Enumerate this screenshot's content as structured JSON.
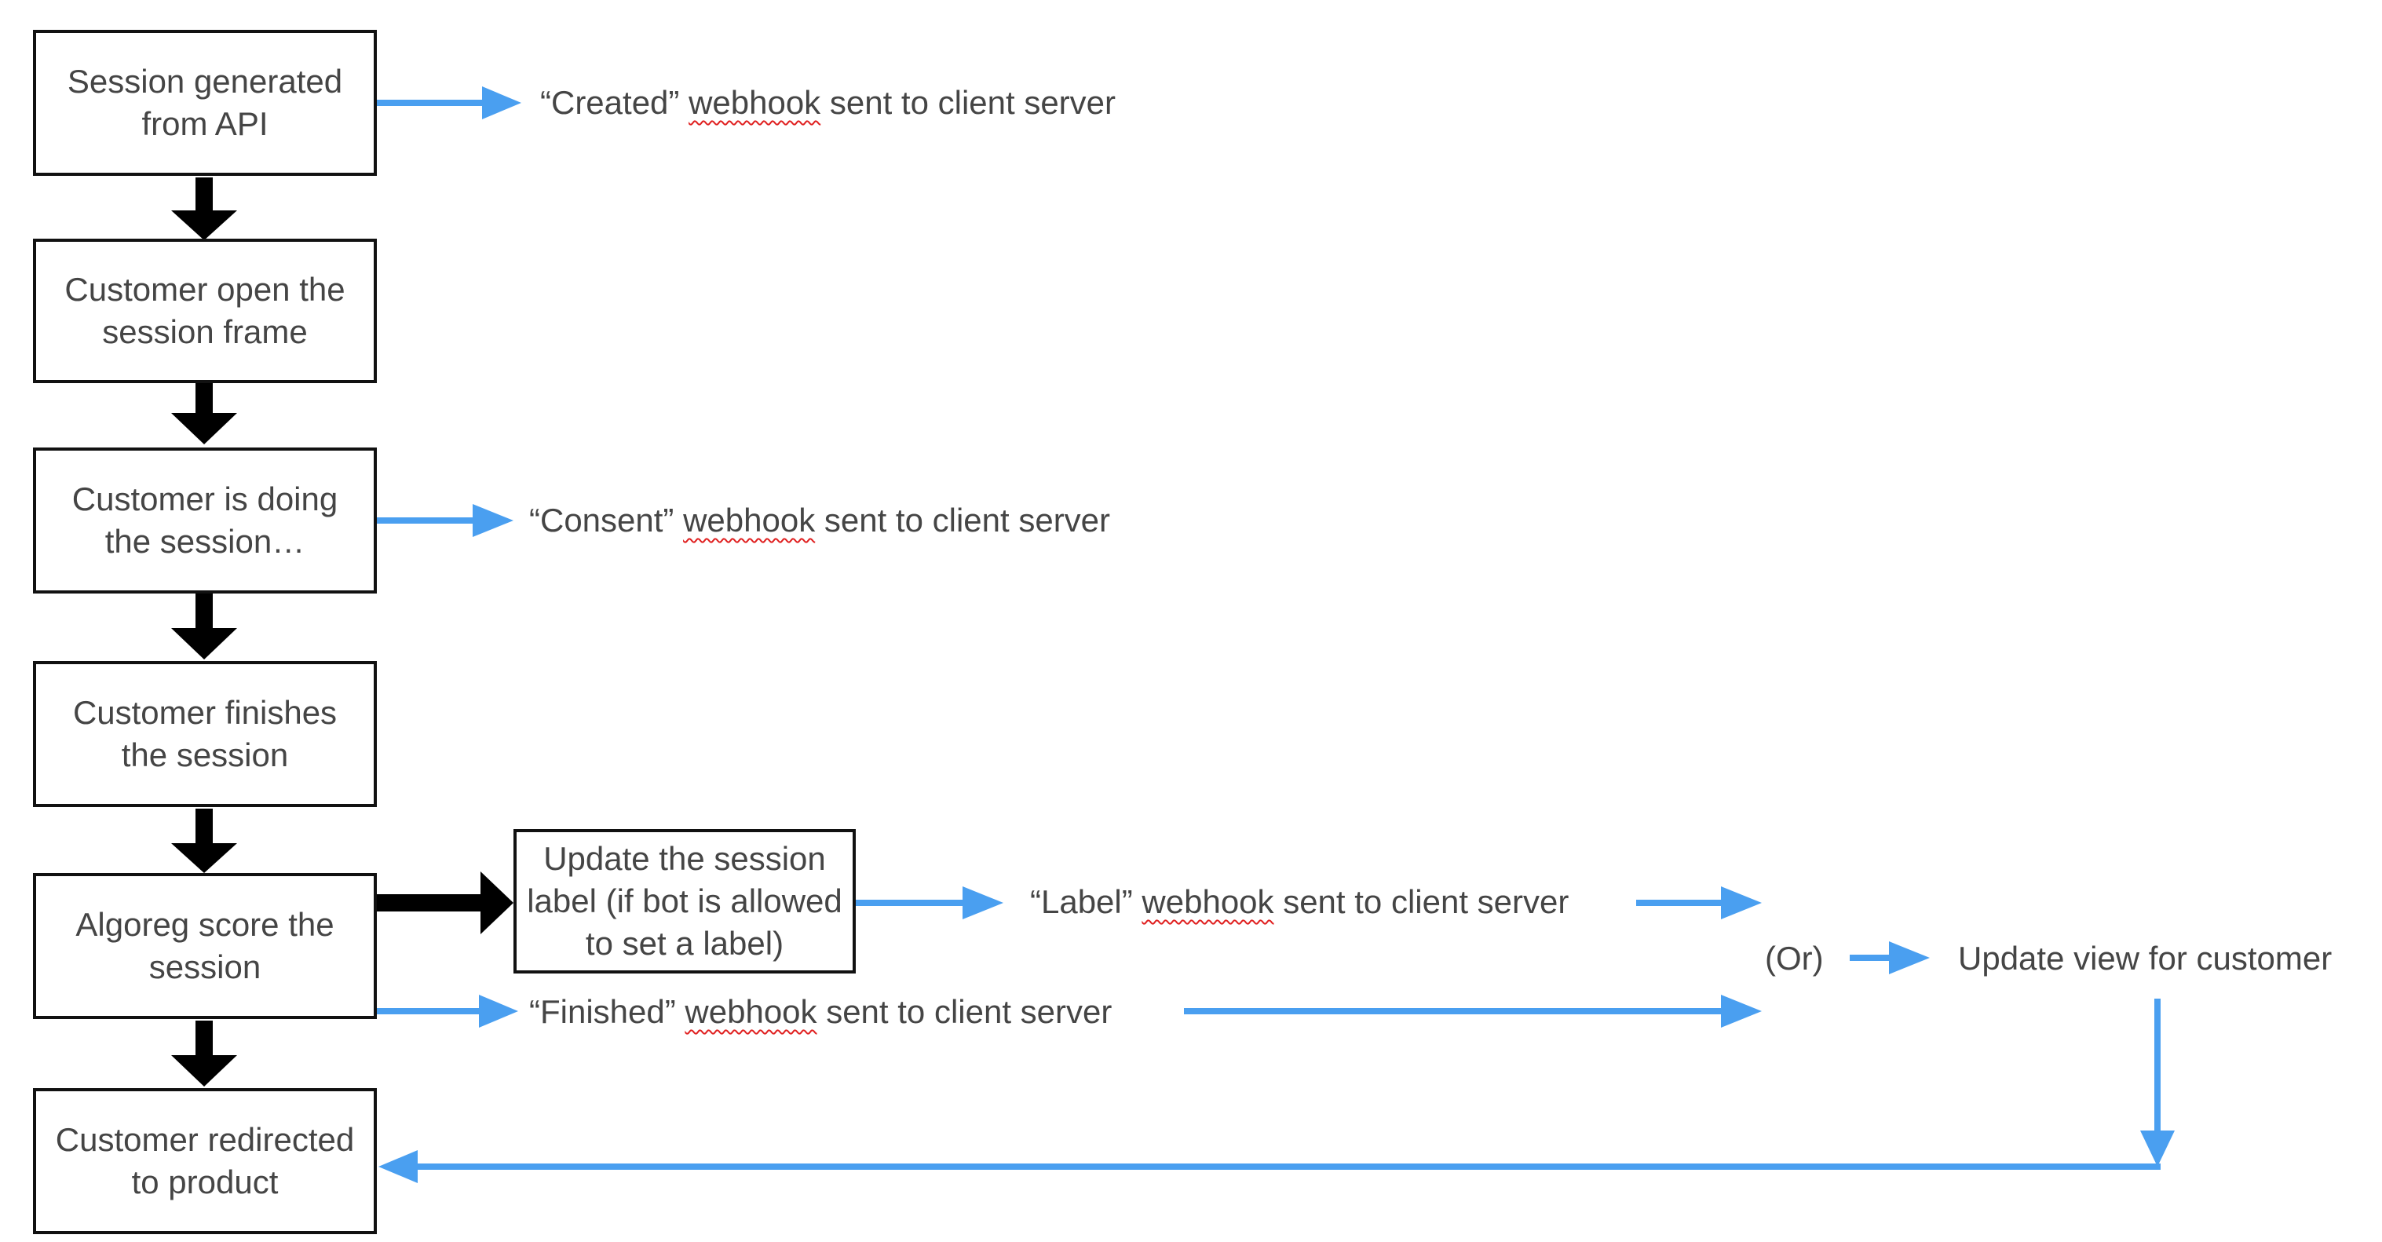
{
  "steps": {
    "session_generated": "Session generated\nfrom API",
    "customer_open": "Customer open the\nsession frame",
    "customer_doing": "Customer is doing\nthe session…",
    "customer_finishes": "Customer finishes\nthe session",
    "algoreg_score": "Algoreg score the\nsession",
    "customer_redirected": "Customer redirected\nto product",
    "update_label": "Update the session\nlabel (if bot is allowed\nto set a label)"
  },
  "webhooks": {
    "created": {
      "before": "“Created” ",
      "word": "webhook",
      "after": " sent to client server"
    },
    "consent": {
      "before": "“Consent” ",
      "word": "webhook",
      "after": " sent to client server"
    },
    "label": {
      "before": "“Label” ",
      "word": "webhook",
      "after": " sent to client server"
    },
    "finished": {
      "before": "“Finished” ",
      "word": "webhook",
      "after": " sent to client server"
    }
  },
  "or_label": "(Or)",
  "update_view": "Update view for customer",
  "colors": {
    "flow_arrow": "#000000",
    "webhook_arrow": "#4a9ff0",
    "box_border": "#111111",
    "text": "#454545",
    "spellcheck_underline": "#e02020"
  }
}
